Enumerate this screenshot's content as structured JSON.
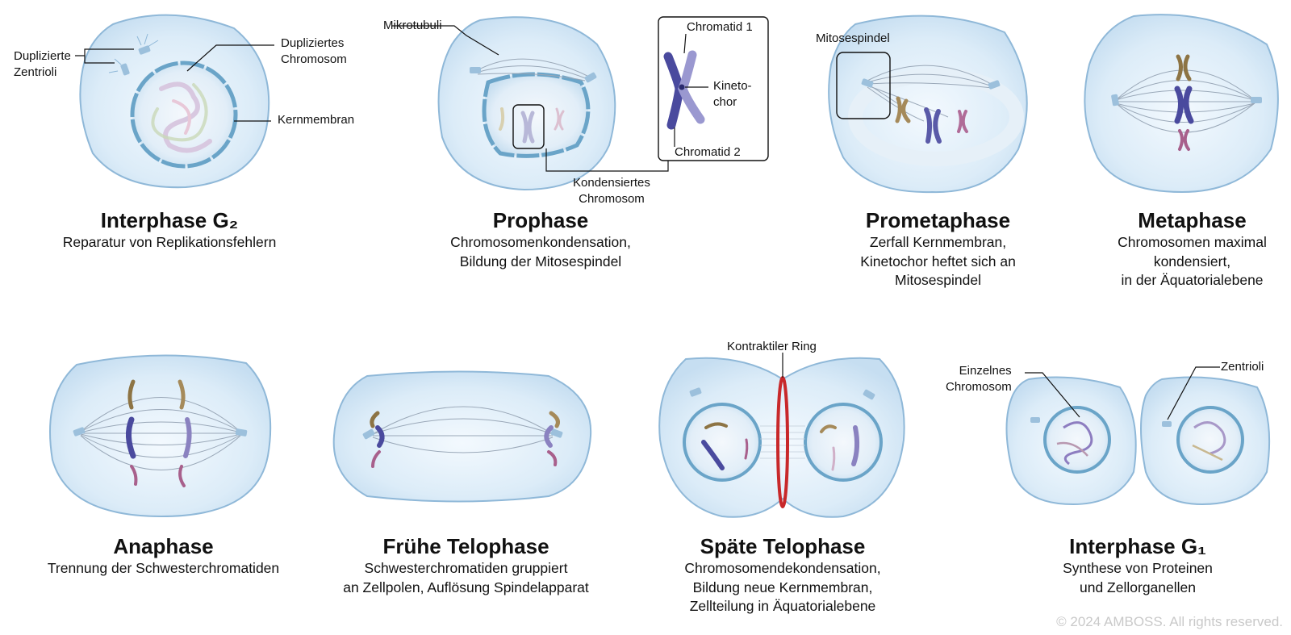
{
  "phases": [
    {
      "title": "Interphase G₂",
      "desc": "Reparatur von Replikationsfehlern"
    },
    {
      "title": "Prophase",
      "desc": "Chromosomenkondensation,\nBildung der Mitosespindel"
    },
    {
      "title": "Prometaphase",
      "desc": "Zerfall Kernmembran,\nKinetochor heftet sich an\nMitosespindel"
    },
    {
      "title": "Metaphase",
      "desc": "Chromosomen maximal\nkondensiert,\nin der Äquatorialebene"
    },
    {
      "title": "Anaphase",
      "desc": "Trennung der Schwesterchromatiden"
    },
    {
      "title": "Frühe Telophase",
      "desc": "Schwesterchromatiden gruppiert\nan Zellpolen, Auflösung Spindelapparat"
    },
    {
      "title": "Späte Telophase",
      "desc": "Chromosomendekondensation,\nBildung neue Kernmembran,\nZellteilung in Äquatorialebene"
    },
    {
      "title": "Interphase G₁",
      "desc": "Synthese von Proteinen\nund Zellorganellen"
    }
  ],
  "labels": {
    "duplizierte_zentrioli": "Duplizierte\nZentrioli",
    "dupliziertes_chromosom": "Dupliziertes\nChromosom",
    "kernmembran": "Kernmembran",
    "mikrotubuli": "Mikrotubuli",
    "chromatid_1": "Chromatid 1",
    "kinetochor": "Kineto-\nchor",
    "chromatid_2": "Chromatid 2",
    "kondensiertes_chromosom": "Kondensiertes\nChromosom",
    "mitosespindel": "Mitosespindel",
    "kontraktiler_ring": "Kontraktiler Ring",
    "einzelnes_chromosom": "Einzelnes\nChromosom",
    "zentrioli": "Zentrioli"
  },
  "copyright": "© 2024 AMBOSS. All rights reserved.",
  "colors": {
    "cell_fill": "#dcecf8",
    "cell_stroke": "#8fb8d8",
    "nucleus_stroke": "#6aa4c8",
    "chromosome_purple": "#4a4a9e",
    "chromosome_brown": "#8d7444",
    "chromosome_pink": "#a8608c",
    "contractile_ring": "#c8282a"
  }
}
